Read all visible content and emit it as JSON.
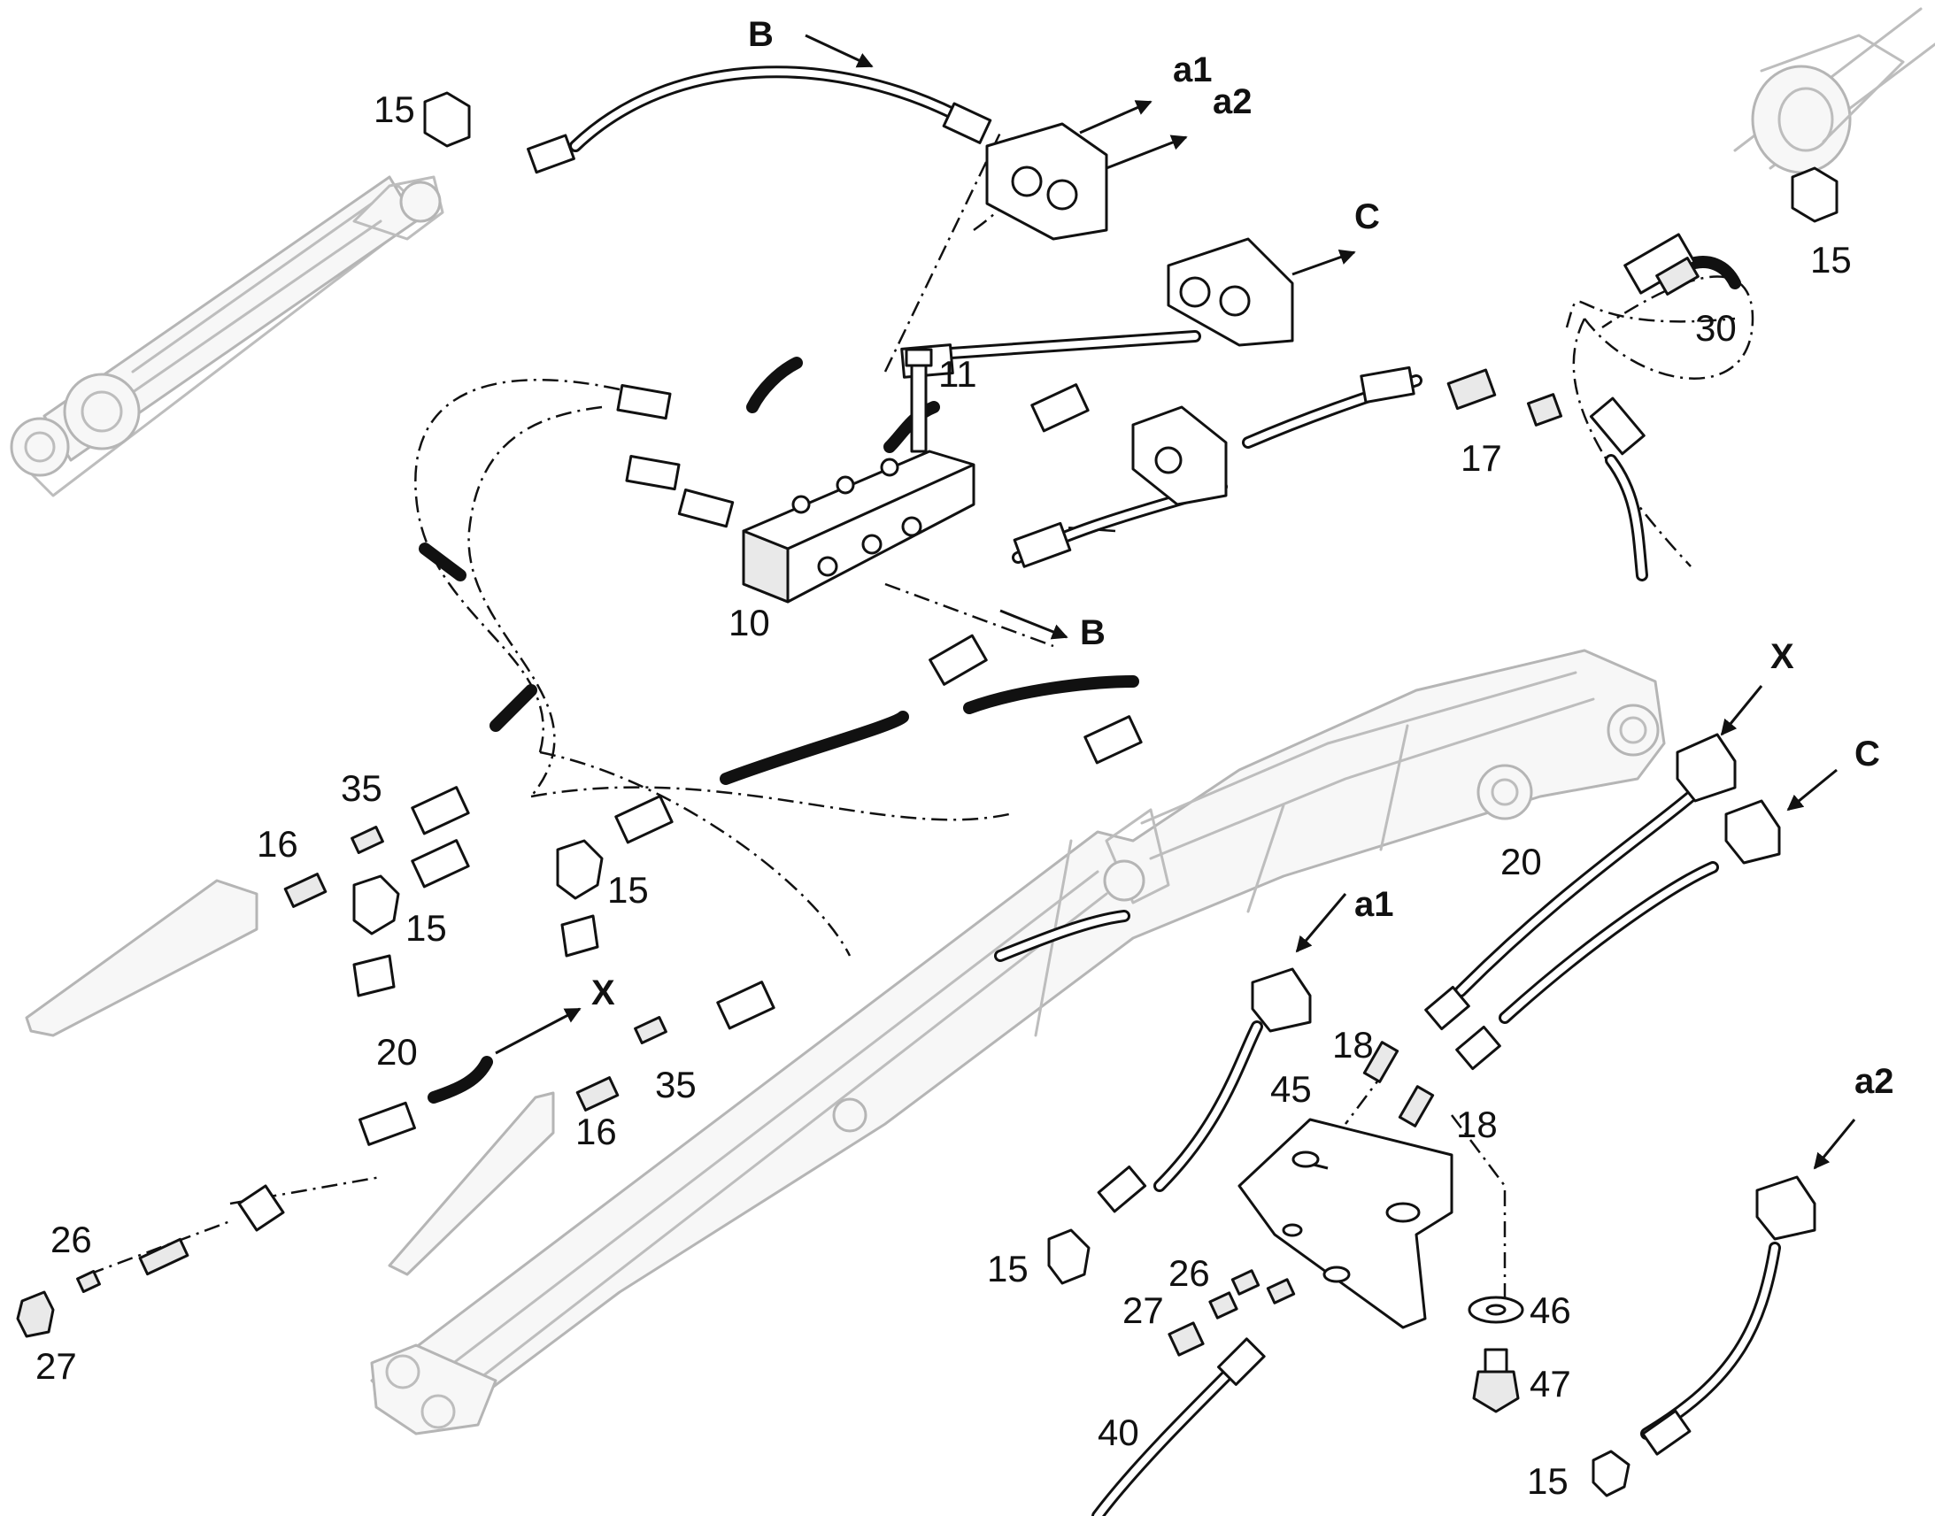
{
  "callouts": [
    {
      "text": "15"
    },
    {
      "text": "15"
    },
    {
      "text": "15"
    },
    {
      "text": "15"
    },
    {
      "text": "15"
    },
    {
      "text": "15"
    },
    {
      "text": "10"
    },
    {
      "text": "11"
    },
    {
      "text": "17"
    },
    {
      "text": "30"
    },
    {
      "text": "35"
    },
    {
      "text": "35"
    },
    {
      "text": "16"
    },
    {
      "text": "16"
    },
    {
      "text": "20"
    },
    {
      "text": "20"
    },
    {
      "text": "26"
    },
    {
      "text": "26"
    },
    {
      "text": "27"
    },
    {
      "text": "27"
    },
    {
      "text": "18"
    },
    {
      "text": "18"
    },
    {
      "text": "45"
    },
    {
      "text": "46"
    },
    {
      "text": "47"
    },
    {
      "text": "40"
    }
  ],
  "references": [
    {
      "text": "B"
    },
    {
      "text": "a1"
    },
    {
      "text": "a2"
    },
    {
      "text": "C"
    },
    {
      "text": "B"
    },
    {
      "text": "X"
    },
    {
      "text": "C"
    },
    {
      "text": "X"
    },
    {
      "text": "a1"
    },
    {
      "text": "a2"
    }
  ]
}
